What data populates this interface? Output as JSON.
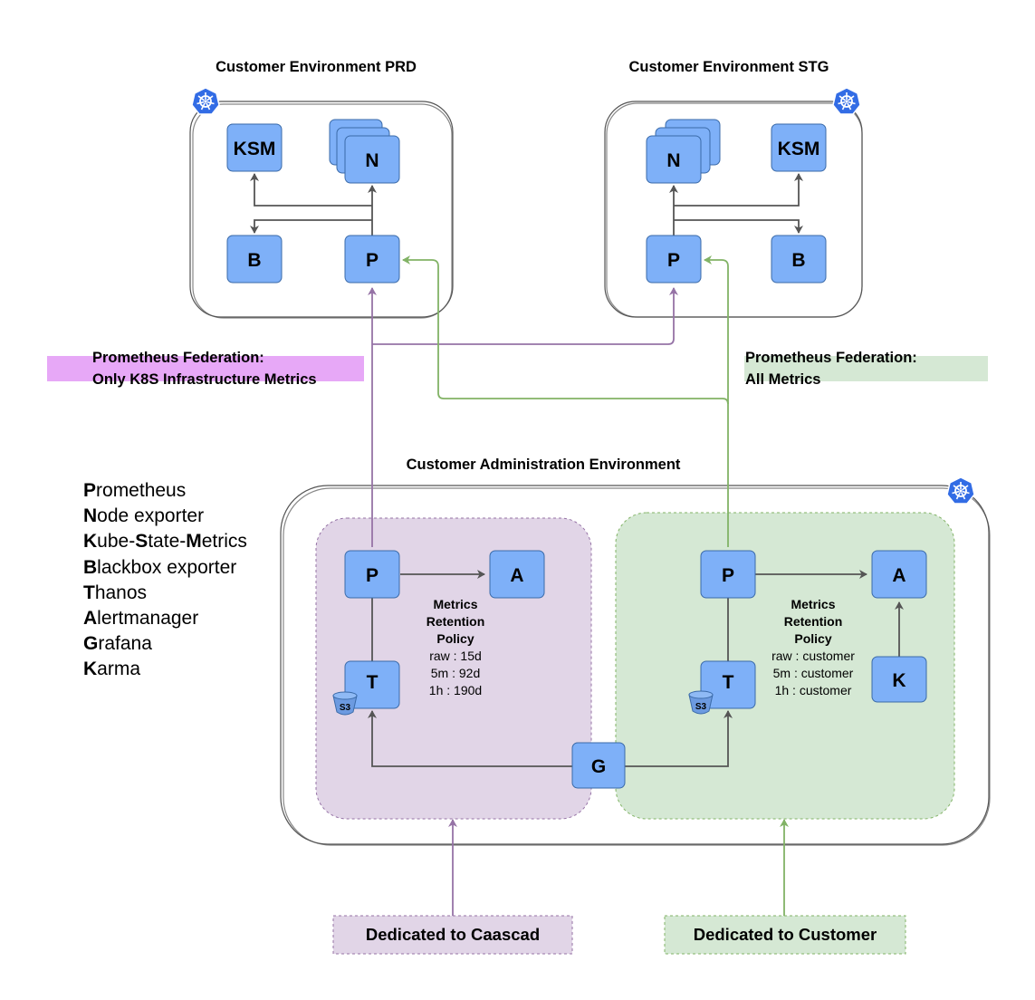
{
  "environments": {
    "prd": {
      "title": "Customer Environment PRD",
      "nodes": {
        "ksm": "KSM",
        "n": "N",
        "b": "B",
        "p": "P"
      }
    },
    "stg": {
      "title": "Customer Environment STG",
      "nodes": {
        "ksm": "KSM",
        "n": "N",
        "b": "B",
        "p": "P"
      }
    },
    "admin": {
      "title": "Customer Administration Environment",
      "left": {
        "p": "P",
        "a": "A",
        "t": "T",
        "s3": "S3",
        "retention_lines": [
          "Metrics",
          "Retention",
          "Policy"
        ],
        "retention_values": [
          "raw : 15d",
          "5m : 92d",
          "1h : 190d"
        ]
      },
      "right": {
        "p": "P",
        "a": "A",
        "t": "T",
        "k": "K",
        "s3": "S3",
        "retention_lines": [
          "Metrics",
          "Retention",
          "Policy"
        ],
        "retention_values": [
          "raw : customer",
          "5m : customer",
          "1h : customer"
        ]
      },
      "g": "G"
    }
  },
  "federation": {
    "purple": {
      "line1": "Prometheus Federation:",
      "line2": "Only K8S Infrastructure Metrics"
    },
    "green": {
      "line1": "Prometheus Federation:",
      "line2": "All Metrics"
    }
  },
  "dedicated": {
    "caascad": "Dedicated to Caascad",
    "customer": "Dedicated to Customer"
  },
  "legend": [
    {
      "initial": "P",
      "rest": "rometheus"
    },
    {
      "initial": "N",
      "rest": "ode exporter"
    },
    {
      "initial": "K",
      "rest": "ube-",
      "initial2": "S",
      "rest2": "tate-",
      "initial3": "M",
      "rest3": "etrics"
    },
    {
      "initial": "B",
      "rest": "lackbox exporter"
    },
    {
      "initial": "T",
      "rest": "hanos"
    },
    {
      "initial": "A",
      "rest": "lertmanager"
    },
    {
      "initial": "G",
      "rest": "rafana"
    },
    {
      "initial": "K",
      "rest": "arma"
    }
  ],
  "colors": {
    "node_fill": "#7eb0f8",
    "node_stroke": "#3a6aa8",
    "purple_line": "#9673a6",
    "purple_fill": "#e1d5e7",
    "purple_band": "#e7a8f7",
    "green_line": "#82b366",
    "green_fill": "#d5e8d4",
    "gray_line": "#555555",
    "k8s_blue": "#326ce5"
  }
}
